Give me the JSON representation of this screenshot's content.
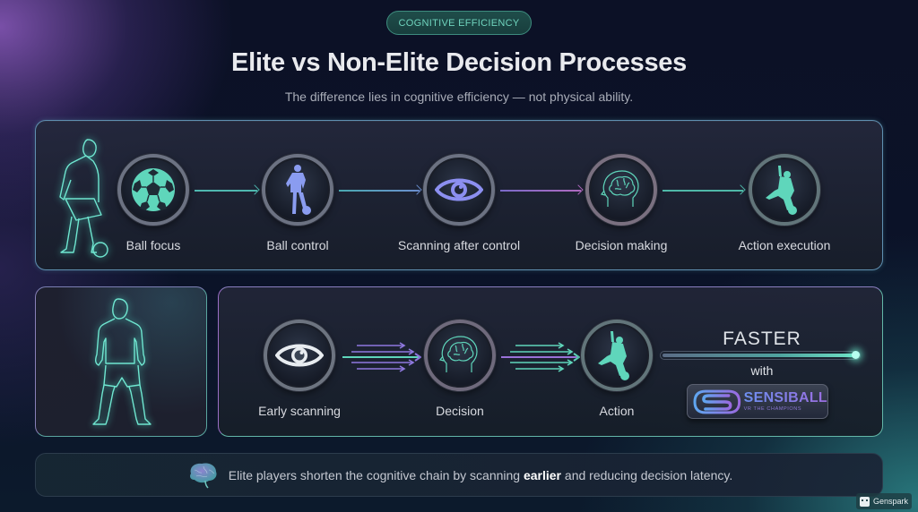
{
  "header": {
    "badge": "COGNITIVE EFFICIENCY",
    "title": "Elite vs Non-Elite Decision Processes",
    "subtitle": "The difference lies in cognitive efficiency — not physical ability."
  },
  "non_elite": {
    "figure_icon": "player-looking-down-at-ball-icon",
    "steps": [
      {
        "label": "Ball focus",
        "icon": "soccer-ball-icon"
      },
      {
        "label": "Ball control",
        "icon": "player-with-ball-icon"
      },
      {
        "label": "Scanning after control",
        "icon": "eye-icon"
      },
      {
        "label": "Decision making",
        "icon": "brain-head-icon"
      },
      {
        "label": "Action execution",
        "icon": "kicking-player-icon"
      }
    ]
  },
  "elite": {
    "figure_icon": "player-standing-upright-icon",
    "steps": [
      {
        "label": "Early scanning",
        "icon": "eye-icon"
      },
      {
        "label": "Decision",
        "icon": "brain-head-icon"
      },
      {
        "label": "Action",
        "icon": "kicking-player-icon"
      }
    ],
    "faster_label": "FASTER",
    "with_label": "with",
    "brand": {
      "name": "SENSIBALL",
      "tagline": "VR THE CHAMPIONS"
    }
  },
  "footer": {
    "text_before": "Elite players shorten the cognitive chain by scanning ",
    "text_bold": "earlier",
    "text_after": " and reducing decision latency."
  },
  "watermark": {
    "label": "Genspark"
  },
  "colors": {
    "teal": "#5fd6bb",
    "purple": "#8f78e0",
    "lavender": "#8c8ff0",
    "background": "#0c1126"
  }
}
